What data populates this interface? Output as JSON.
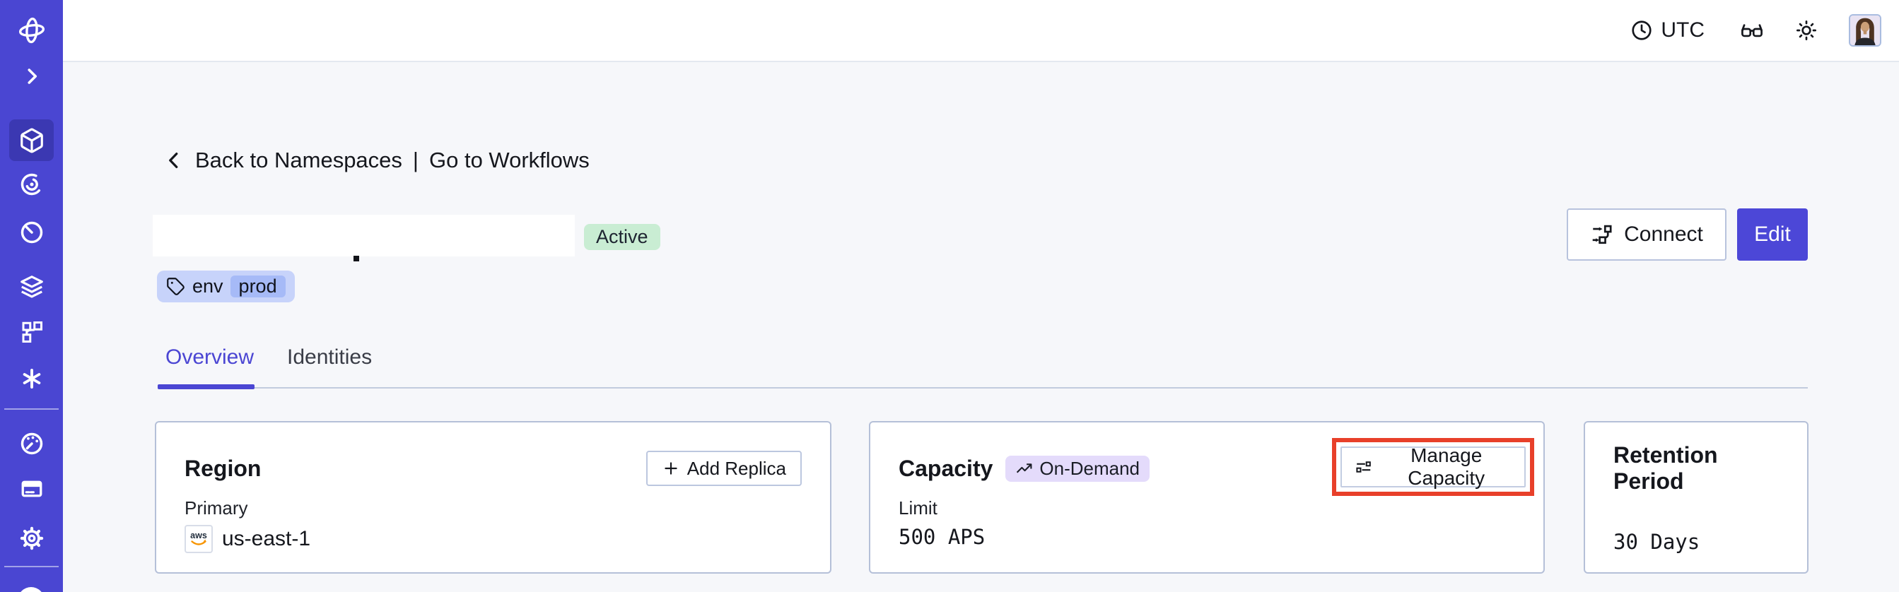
{
  "topbar": {
    "timezone": "UTC",
    "icons": [
      "clock-icon",
      "glasses-icon",
      "sun-icon",
      "user-avatar"
    ]
  },
  "sidebar": {
    "items": [
      {
        "icon": "temporal-logo"
      },
      {
        "icon": "chevron-right-expand"
      },
      {
        "icon": "cube-namespaces",
        "active": true
      },
      {
        "icon": "radar"
      },
      {
        "icon": "timer"
      },
      {
        "icon": "layers"
      },
      {
        "icon": "branch"
      },
      {
        "icon": "asterisk"
      },
      {
        "icon": "gauge"
      },
      {
        "icon": "billing-card"
      },
      {
        "icon": "gear-settings"
      },
      {
        "icon": "bottom-circle"
      }
    ]
  },
  "breadcrumb": {
    "back": "Back to Namespaces",
    "separator": "|",
    "forward": "Go to Workflows"
  },
  "namespace": {
    "status": "Active",
    "tag_key": "env",
    "tag_value": "prod"
  },
  "actions": {
    "connect": "Connect",
    "edit": "Edit"
  },
  "tabs": [
    {
      "label": "Overview",
      "active": true
    },
    {
      "label": "Identities",
      "active": false
    }
  ],
  "cards": {
    "region": {
      "title": "Region",
      "button": "Add Replica",
      "label": "Primary",
      "provider": "aws",
      "value": "us-east-1"
    },
    "capacity": {
      "title": "Capacity",
      "badge": "On-Demand",
      "button": "Manage Capacity",
      "label": "Limit",
      "value": "500 APS"
    },
    "retention": {
      "title": "Retention Period",
      "value": "30 Days"
    }
  },
  "colors": {
    "accent_indigo": "#4B46D3",
    "sidebar": "#4A46D2",
    "sidebar_active_tile": "#3B38B2",
    "edit_button": "#4C47D7",
    "highlight_ring": "#E8402A",
    "badge_active_bg": "#C9EDD3",
    "badge_ondemand_bg": "#E4DBFB",
    "tag_pill_bg": "#C7D3FA",
    "tag_chip_bg": "#A6BAF7",
    "card_border": "#B5C0D8",
    "page_bg": "#F6F7FA",
    "aws_orange": "#F79400"
  }
}
